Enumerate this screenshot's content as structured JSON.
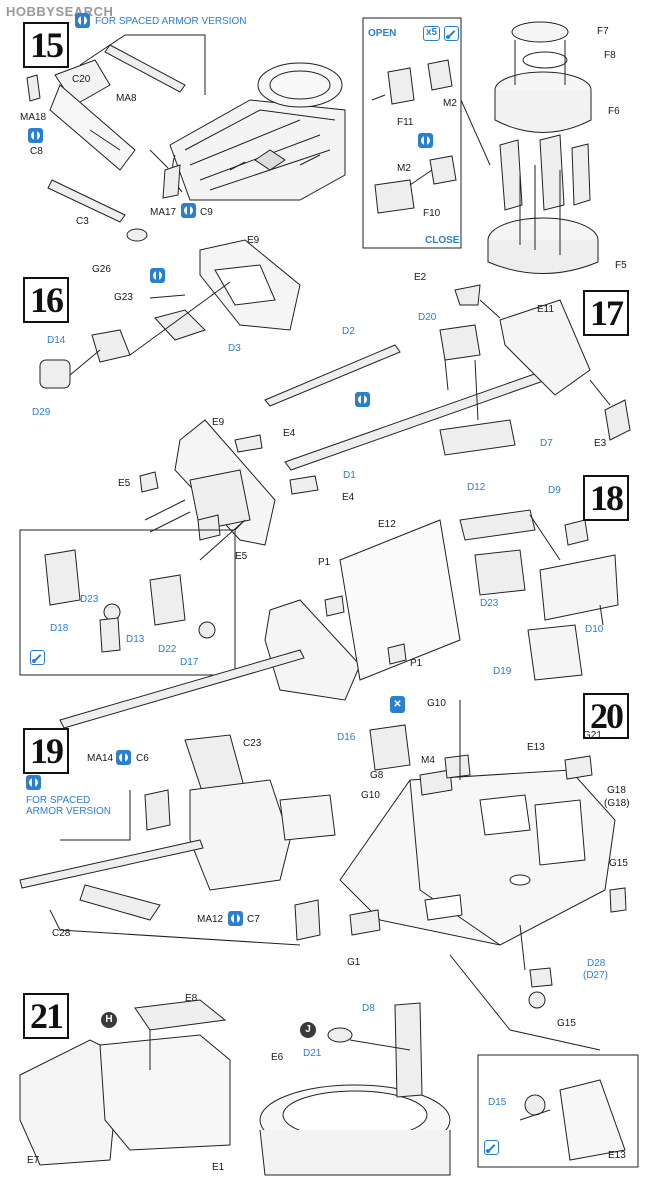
{
  "watermark": "HOBBYSEARCH",
  "steps": [
    "15",
    "16",
    "17",
    "18",
    "19",
    "20",
    "21"
  ],
  "notes": {
    "spaced_armor_15": "FOR SPACED ARMOR VERSION",
    "spaced_armor_19_line1": "FOR SPACED",
    "spaced_armor_19_line2": "ARMOR VERSION"
  },
  "callout": {
    "open": "OPEN",
    "close": "CLOSE",
    "multiplier": "x5"
  },
  "sections": {
    "H": "H",
    "J": "J"
  },
  "labels": {
    "s15": [
      "MA18",
      "C8",
      "C20",
      "MA8",
      "C3",
      "MA17",
      "C9"
    ],
    "s15_callout": [
      "M2",
      "F11",
      "M2",
      "F10"
    ],
    "s15_turret": [
      "F7",
      "F8",
      "F6",
      "F5"
    ],
    "s16": [
      "G26",
      "E9",
      "G23",
      "D14",
      "D3",
      "D29"
    ],
    "s17": [
      "E2",
      "E11",
      "D20",
      "D2",
      "D7",
      "E3",
      "D1"
    ],
    "s17_mantlet": [
      "E9",
      "E4",
      "E5",
      "E4",
      "E5"
    ],
    "s18": [
      "D12",
      "D9",
      "E12",
      "P1",
      "D23",
      "D10",
      "P1",
      "D19"
    ],
    "s18_inset": [
      "D23",
      "D18",
      "D13",
      "D22",
      "D17"
    ],
    "s19": [
      "MA14",
      "C6",
      "C23",
      "C28",
      "MA12",
      "C7"
    ],
    "s20": [
      "G10",
      "D16",
      "M4",
      "G8",
      "G10",
      "E13",
      "G21",
      "G18",
      "(G18)",
      "G15",
      "G1",
      "D28",
      "(D27)",
      "G15"
    ],
    "s21": [
      "E8",
      "E7",
      "E1",
      "D8",
      "D21",
      "E6"
    ],
    "s21_inset": [
      "D15",
      "E13"
    ]
  }
}
